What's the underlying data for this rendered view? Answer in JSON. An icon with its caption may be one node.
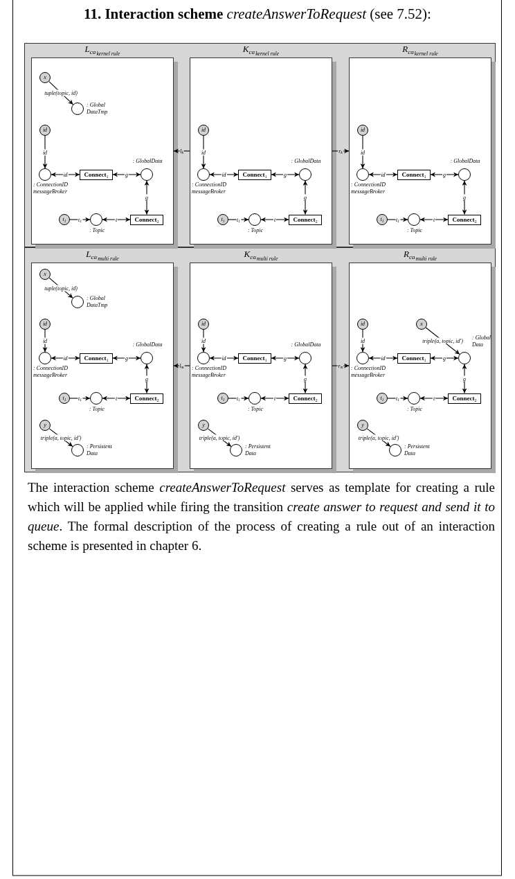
{
  "diagram": {
    "title": "**11. Interaction scheme** *createAnswerToRequest* (see 7.52):",
    "caption": "The interaction scheme *createAnswerToRequest* serves as template for creating a rule which will be applied while firing the transition *create answer to request and send it to queue*. The formal description of the process of creating a rule out of an interaction scheme is presented in chapter 6.",
    "nodes": [
      {
        "text": [],
        "shape": "box"
      },
      {
        "text": [
          "L$_{ca}$$_{kernel rule}$"
        ],
        "in": 0
      },
      {
        "text": [
          "x"
        ],
        "in": 1
      },
      {
        "text": [],
        "shape": "circle",
        "in": 1,
        "beside": [
          ": Global DataTmp"
        ]
      },
      {
        "text": [
          "id"
        ],
        "in": 1
      },
      {
        "text": [],
        "shape": "circle",
        "in": 1,
        "beside": [
          ": ConnectionID",
          "messageBroker"
        ]
      },
      {
        "text": [
          "**Connect**$_{1}$"
        ],
        "in": 1
      },
      {
        "text": [],
        "shape": "circle",
        "in": 1,
        "beside": [
          ": GlobalData"
        ]
      },
      {
        "text": [
          "t$_{1}$"
        ],
        "in": 1
      },
      {
        "text": [],
        "shape": "circle",
        "in": 1,
        "beside": [
          ": Topic"
        ]
      },
      {
        "text": [
          "**Connect**$_{2}$"
        ],
        "in": 1
      },
      {
        "text": [
          "K$_{ca}$$_{kernel rule}$"
        ],
        "in": 0
      },
      {
        "text": [
          "id"
        ],
        "in": 11
      },
      {
        "text": [],
        "shape": "circle",
        "in": 11,
        "beside": [
          ": ConnectionID",
          "messageBroker"
        ]
      },
      {
        "text": [
          "**Connect**$_{1}$"
        ],
        "in": 11
      },
      {
        "text": [],
        "shape": "circle",
        "in": 11,
        "beside": [
          ": GlobalData"
        ]
      },
      {
        "text": [
          "t$_{1}$"
        ],
        "in": 11
      },
      {
        "text": [],
        "shape": "circle",
        "in": 11,
        "beside": [
          ": Topic"
        ]
      },
      {
        "text": [
          "**Connect**$_{2}$"
        ],
        "in": 11
      },
      {
        "text": [
          "R$_{ca}$$_{kernel rule}$"
        ],
        "in": 0
      },
      {
        "text": [
          "id"
        ],
        "in": 19
      },
      {
        "text": [],
        "shape": "circle",
        "in": 19,
        "beside": [
          ": ConnectionID",
          "messageBroker"
        ]
      },
      {
        "text": [
          "**Connect**$_{1}$"
        ],
        "in": 19
      },
      {
        "text": [],
        "shape": "circle",
        "in": 19,
        "beside": [
          ": GlobalData"
        ]
      },
      {
        "text": [
          "t$_{1}$"
        ],
        "in": 19
      },
      {
        "text": [],
        "shape": "circle",
        "in": 19,
        "beside": [
          ": Topic"
        ]
      },
      {
        "text": [
          "**Connect**$_{2}$"
        ],
        "in": 19
      },
      {
        "text": [],
        "shape": "box"
      },
      {
        "text": [
          "L$_{ca}$$_{multi rule}$"
        ],
        "in": 27
      },
      {
        "text": [
          "x"
        ],
        "in": 28
      },
      {
        "text": [],
        "shape": "circle",
        "in": 28,
        "beside": [
          ": Global DataTmp"
        ]
      },
      {
        "text": [
          "id"
        ],
        "in": 28
      },
      {
        "text": [],
        "shape": "circle",
        "in": 28,
        "beside": [
          ": ConnectionID",
          "messageBroker"
        ]
      },
      {
        "text": [
          "**Connect**$_{1}$"
        ],
        "in": 28
      },
      {
        "text": [],
        "shape": "circle",
        "in": 28,
        "beside": [
          ": GlobalData"
        ]
      },
      {
        "text": [
          "t$_{1}$"
        ],
        "in": 28
      },
      {
        "text": [],
        "shape": "circle",
        "in": 28,
        "beside": [
          ": Topic"
        ]
      },
      {
        "text": [
          "**Connect**$_{2}$"
        ],
        "in": 28
      },
      {
        "text": [
          "y"
        ],
        "in": 28
      },
      {
        "text": [],
        "shape": "circle",
        "in": 28,
        "beside": [
          ": Persistent Data"
        ]
      },
      {
        "text": [
          "K$_{ca}$$_{multi rule}$"
        ],
        "in": 27
      },
      {
        "text": [
          "id"
        ],
        "in": 40
      },
      {
        "text": [],
        "shape": "circle",
        "in": 40,
        "beside": [
          ": ConnectionID",
          "messageBroker"
        ]
      },
      {
        "text": [
          "**Connect**$_{1}$"
        ],
        "in": 40
      },
      {
        "text": [],
        "shape": "circle",
        "in": 40,
        "beside": [
          ": GlobalData"
        ]
      },
      {
        "text": [
          "t$_{1}$"
        ],
        "in": 40
      },
      {
        "text": [],
        "shape": "circle",
        "in": 40,
        "beside": [
          ": Topic"
        ]
      },
      {
        "text": [
          "**Connect**$_{2}$"
        ],
        "in": 40
      },
      {
        "text": [
          "y"
        ],
        "in": 40
      },
      {
        "text": [],
        "shape": "circle",
        "in": 40,
        "beside": [
          ": Persistent Data"
        ]
      },
      {
        "text": [
          "R$_{ca}$$_{multi rule}$"
        ],
        "in": 27
      },
      {
        "text": [
          "id"
        ],
        "in": 50
      },
      {
        "text": [
          "x"
        ],
        "in": 50
      },
      {
        "text": [],
        "shape": "circle",
        "in": 50,
        "beside": [
          ": ConnectionID",
          "messageBroker"
        ]
      },
      {
        "text": [
          "**Connect**$_{1}$"
        ],
        "in": 50
      },
      {
        "text": [],
        "shape": "circle",
        "in": 50,
        "beside": [
          ": Global Data"
        ]
      },
      {
        "text": [
          "t$_{1}$"
        ],
        "in": 50
      },
      {
        "text": [],
        "shape": "circle",
        "in": 50,
        "beside": [
          ": Topic"
        ]
      },
      {
        "text": [
          "**Connect**$_{2}$"
        ],
        "in": 50
      },
      {
        "text": [
          "y"
        ],
        "in": 50
      },
      {
        "text": [],
        "shape": "circle",
        "in": 50,
        "beside": [
          ": Persistent Data"
        ]
      }
    ],
    "edges": [
      {
        "from": 2,
        "to": 3,
        "arrow": "to",
        "label": "tuple(topic, id)"
      },
      {
        "from": 4,
        "to": 5,
        "arrow": "to",
        "label": "id"
      },
      {
        "from": 5,
        "to": 6,
        "arrow": "both",
        "label": "id"
      },
      {
        "from": 6,
        "to": 7,
        "arrow": "both",
        "label": "g"
      },
      {
        "from": 7,
        "to": 10,
        "arrow": "both",
        "label": "g"
      },
      {
        "from": 8,
        "to": 9,
        "arrow": "to",
        "label": "t$_{1}$"
      },
      {
        "from": 9,
        "to": 10,
        "arrow": "both",
        "label": "t"
      },
      {
        "from": 12,
        "to": 13,
        "arrow": "to",
        "label": "id"
      },
      {
        "from": 13,
        "to": 14,
        "arrow": "both",
        "label": "id"
      },
      {
        "from": 14,
        "to": 15,
        "arrow": "both",
        "label": "g"
      },
      {
        "from": 15,
        "to": 18,
        "arrow": "both",
        "label": "g"
      },
      {
        "from": 16,
        "to": 17,
        "arrow": "to",
        "label": "t$_{1}$"
      },
      {
        "from": 17,
        "to": 18,
        "arrow": "both",
        "label": "t"
      },
      {
        "from": 20,
        "to": 21,
        "arrow": "to",
        "label": "id"
      },
      {
        "from": 21,
        "to": 22,
        "arrow": "both",
        "label": "id"
      },
      {
        "from": 22,
        "to": 23,
        "arrow": "both",
        "label": "g"
      },
      {
        "from": 23,
        "to": 26,
        "arrow": "both",
        "label": "g"
      },
      {
        "from": 24,
        "to": 25,
        "arrow": "to",
        "label": "t$_{1}$"
      },
      {
        "from": 25,
        "to": 26,
        "arrow": "both",
        "label": "t"
      },
      {
        "from": 11,
        "to": 1,
        "arrow": "to",
        "label": "l$_{k}$"
      },
      {
        "from": 11,
        "to": 19,
        "arrow": "to",
        "label": "r$_{k}$"
      },
      {
        "from": 29,
        "to": 30,
        "arrow": "to",
        "label": "tuple(topic, id)"
      },
      {
        "from": 31,
        "to": 32,
        "arrow": "to",
        "label": "id"
      },
      {
        "from": 32,
        "to": 33,
        "arrow": "both",
        "label": "id"
      },
      {
        "from": 33,
        "to": 34,
        "arrow": "both",
        "label": "g"
      },
      {
        "from": 34,
        "to": 37,
        "arrow": "both",
        "label": "g"
      },
      {
        "from": 35,
        "to": 36,
        "arrow": "to",
        "label": "t$_{1}$"
      },
      {
        "from": 36,
        "to": 37,
        "arrow": "both",
        "label": "t"
      },
      {
        "from": 38,
        "to": 39,
        "arrow": "to",
        "label": "triple(a, topic, id')"
      },
      {
        "from": 41,
        "to": 42,
        "arrow": "to",
        "label": "id"
      },
      {
        "from": 42,
        "to": 43,
        "arrow": "both",
        "label": "id"
      },
      {
        "from": 43,
        "to": 44,
        "arrow": "both",
        "label": "g"
      },
      {
        "from": 44,
        "to": 47,
        "arrow": "both",
        "label": "g"
      },
      {
        "from": 45,
        "to": 46,
        "arrow": "to",
        "label": "t$_{1}$"
      },
      {
        "from": 46,
        "to": 47,
        "arrow": "both",
        "label": "t"
      },
      {
        "from": 48,
        "to": 49,
        "arrow": "to",
        "label": "triple(a, topic, id')"
      },
      {
        "from": 51,
        "to": 53,
        "arrow": "to",
        "label": "id"
      },
      {
        "from": 53,
        "to": 54,
        "arrow": "both",
        "label": "id"
      },
      {
        "from": 54,
        "to": 55,
        "arrow": "both",
        "label": "g"
      },
      {
        "from": 55,
        "to": 58,
        "arrow": "both",
        "label": "g"
      },
      {
        "from": 56,
        "to": 57,
        "arrow": "to",
        "label": "t$_{1}$"
      },
      {
        "from": 57,
        "to": 58,
        "arrow": "both",
        "label": "t"
      },
      {
        "from": 52,
        "to": 55,
        "arrow": "to",
        "label": "triple(a, topic, id')"
      },
      {
        "from": 59,
        "to": 60,
        "arrow": "to",
        "label": "triple(a, topic, id')"
      },
      {
        "from": 40,
        "to": 28,
        "arrow": "to",
        "label": "l$_{m}$"
      },
      {
        "from": 40,
        "to": 50,
        "arrow": "to",
        "label": "r$_{m}$"
      }
    ]
  }
}
